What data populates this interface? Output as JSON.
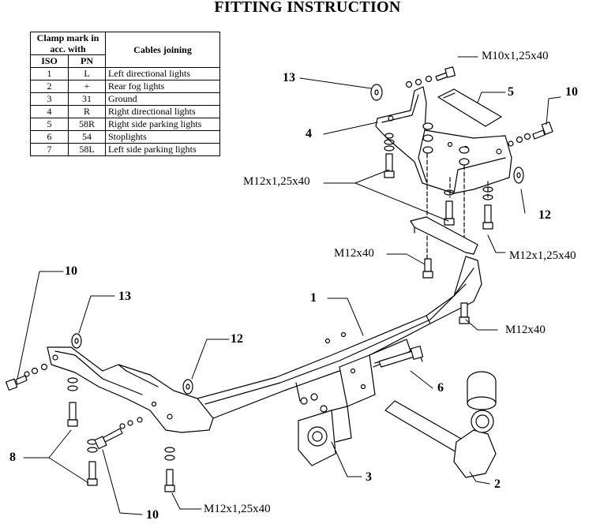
{
  "title": "FITTING INSTRUCTION",
  "table": {
    "header_clamp": "Clamp mark in acc. with",
    "header_cables": "Cables joining",
    "col_iso": "ISO",
    "col_pn": "PN",
    "rows": [
      {
        "iso": "1",
        "pn": "L",
        "cable": "Left directional lights"
      },
      {
        "iso": "2",
        "pn": "+",
        "cable": "Rear fog lights"
      },
      {
        "iso": "3",
        "pn": "31",
        "cable": "Ground"
      },
      {
        "iso": "4",
        "pn": "R",
        "cable": "Right directional lights"
      },
      {
        "iso": "5",
        "pn": "58R",
        "cable": "Right side parking lights"
      },
      {
        "iso": "6",
        "pn": "54",
        "cable": "Stoplights"
      },
      {
        "iso": "7",
        "pn": "58L",
        "cable": "Left side parking lights"
      }
    ]
  },
  "labels": {
    "bolt_top": "M10x1,25x40",
    "bolt_left_upper": "M12x1,25x40",
    "bolt_right_upper": "M12x1,25x40",
    "bolt_m12_upper": "M12x40",
    "bolt_m12_right": "M12x40",
    "bolt_bottom": "M12x1,25x40"
  },
  "numbers": {
    "n13_top": "13",
    "n5": "5",
    "n10_top": "10",
    "n4": "4",
    "n12_right": "12",
    "n10_left": "10",
    "n13_left": "13",
    "n1": "1",
    "n12_left": "12",
    "n6": "6",
    "n8": "8",
    "n3": "3",
    "n2": "2",
    "n10_bottom": "10"
  }
}
